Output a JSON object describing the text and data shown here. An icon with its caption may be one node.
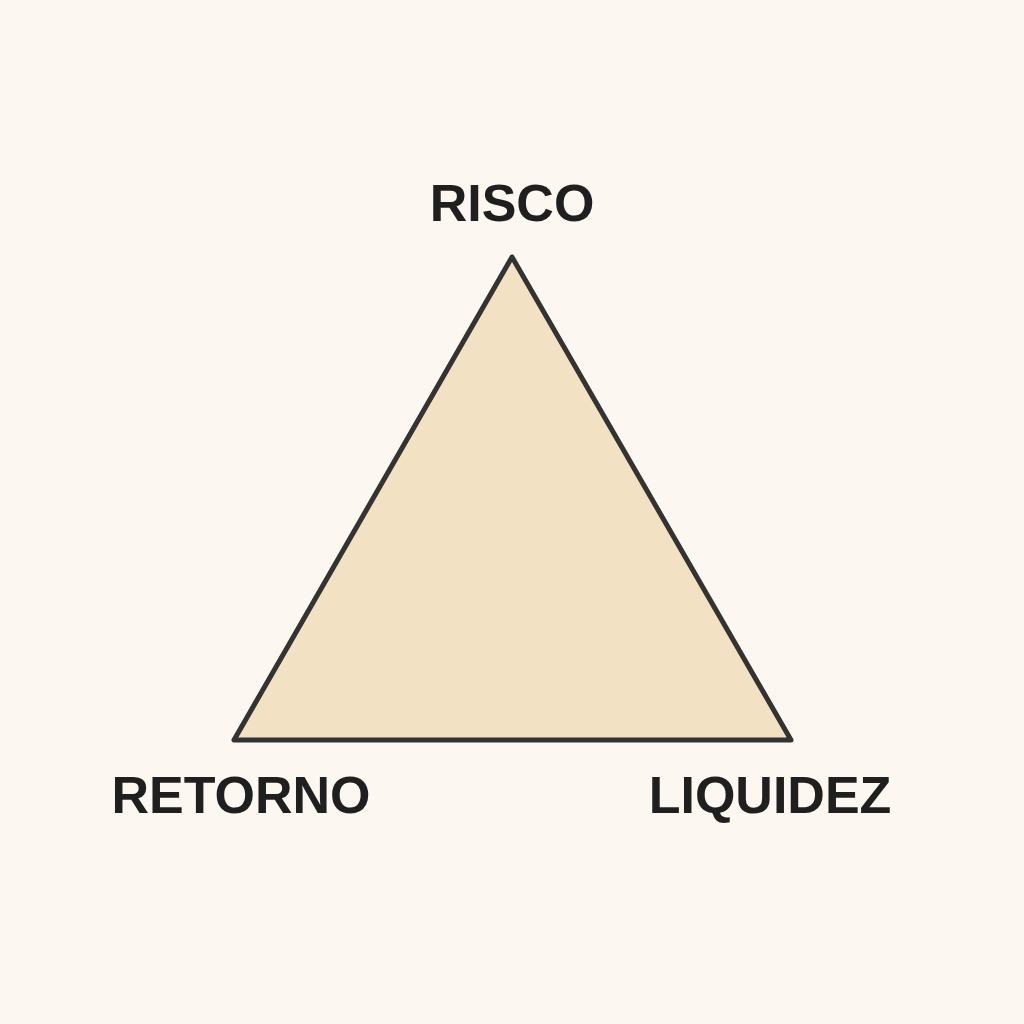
{
  "diagram": {
    "labels": [
      "RISCO",
      "RETORNO",
      "LIQUIDEZ"
    ]
  }
}
